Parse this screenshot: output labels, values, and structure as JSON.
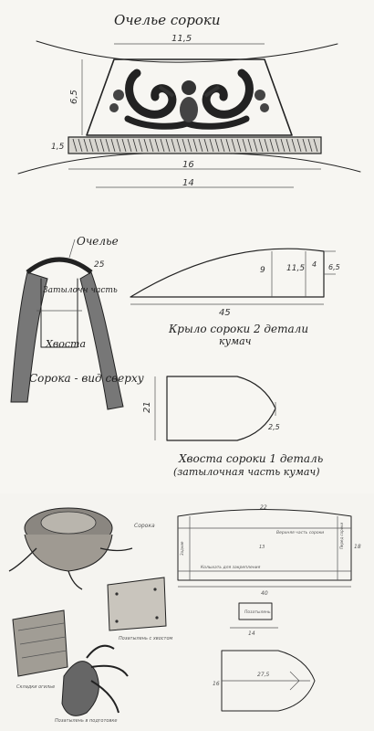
{
  "title_ochelie": "Очелье сороки",
  "dims_ochelie": {
    "top_width": "11,5",
    "height_main": "6,5",
    "band_height": "1,5",
    "bottom_width": "16",
    "base_width": "14"
  },
  "soroka_view": {
    "ochelie_label": "Очелье",
    "zatylok_label": "Затылочн часть",
    "khvost_label": "Хвоста",
    "dim": "25",
    "caption": "Сорока - вид сверху"
  },
  "wing": {
    "caption_line1": "Крыло сороки 2 детали",
    "caption_line2": "кумач",
    "length": "45",
    "h1": "9",
    "h2": "11,5",
    "h3": "4",
    "h4": "6,5"
  },
  "tail": {
    "caption_line1": "Хвоста сороки 1 деталь",
    "caption_line2": "(затылочная часть кумач)",
    "height": "21",
    "notch": "2,5"
  },
  "lower_panel": {
    "photo_label_top": "Сорока",
    "doc_label_1": "Складки огилье",
    "doc_label_2": "Позатылень с хвостом",
    "doc_label_3": "Позатылень в подготовке",
    "pattern1": {
      "top": "22",
      "bottom_width": "40",
      "height": "18",
      "inner_label": "Верхняя часть сороки",
      "side_label": "Перед сороки",
      "bottom_label": "Колыхать для закрепления",
      "left_label": "Задние",
      "height_inner": "13"
    },
    "pattern2": {
      "label": "Позатылень",
      "dim": "14"
    },
    "pattern3": {
      "width": "27,5",
      "height": "16"
    }
  }
}
